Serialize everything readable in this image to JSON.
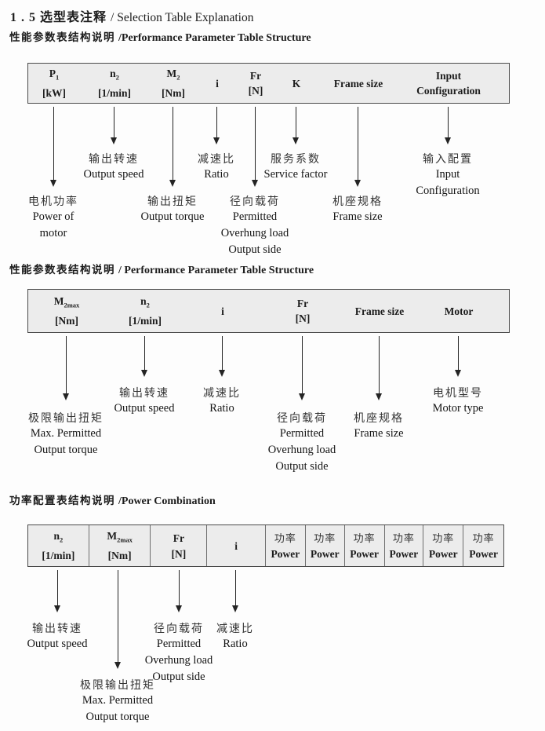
{
  "title": {
    "zh": "1 . 5 选型表注释",
    "en": "/ Selection Table Explanation"
  },
  "sections": [
    {
      "heading_zh": "性能参数表结构说明",
      "heading_en": "/Performance Parameter Table Structure",
      "columns": [
        {
          "base": "P",
          "sub": "1",
          "unit": "[kW]"
        },
        {
          "base": "n",
          "sub": "2",
          "unit": "[1/min]"
        },
        {
          "base": "M",
          "sub": "2",
          "unit": "[Nm]"
        },
        {
          "base": "i"
        },
        {
          "base": "Fr",
          "unit": "[N]"
        },
        {
          "base": "K"
        },
        {
          "base": "Frame size"
        },
        {
          "base": "Input",
          "unit": "Configuration"
        }
      ],
      "callouts": [
        {
          "l1": "电机功率",
          "l2": "Power of",
          "l3": "motor"
        },
        {
          "l1": "输出转速",
          "l2": "Output speed"
        },
        {
          "l1": "输出扭矩",
          "l2": "Output torque"
        },
        {
          "l1": "减速比",
          "l2": "Ratio"
        },
        {
          "l1": "径向载荷",
          "l2": "Permitted",
          "l3": "Overhung load",
          "l4": "Output side"
        },
        {
          "l1": "服务系数",
          "l2": "Service factor"
        },
        {
          "l1": "机座规格",
          "l2": "Frame size"
        },
        {
          "l1": "输入配置",
          "l2": "Input",
          "l3": "Configuration"
        }
      ]
    },
    {
      "heading_zh": "性能参数表结构说明",
      "heading_en": "/ Performance Parameter Table Structure",
      "columns": [
        {
          "base": "M",
          "sub": "2max",
          "unit": "[Nm]"
        },
        {
          "base": "n",
          "sub": "2",
          "unit": "[1/min]"
        },
        {
          "base": "i"
        },
        {
          "base": "Fr",
          "unit": "[N]"
        },
        {
          "base": "Frame size"
        },
        {
          "base": "Motor"
        }
      ],
      "callouts": [
        {
          "l1": "极限输出扭矩",
          "l2": "Max. Permitted",
          "l3": "Output torque"
        },
        {
          "l1": "输出转速",
          "l2": "Output speed"
        },
        {
          "l1": "减速比",
          "l2": "Ratio"
        },
        {
          "l1": "径向载荷",
          "l2": "Permitted",
          "l3": "Overhung load",
          "l4": "Output side"
        },
        {
          "l1": "机座规格",
          "l2": "Frame size"
        },
        {
          "l1": "电机型号",
          "l2": "Motor type"
        }
      ]
    },
    {
      "heading_zh": "功率配置表结构说明",
      "heading_en": "/Power Combination",
      "columns": [
        {
          "base": "n",
          "sub": "2",
          "unit": "[1/min]"
        },
        {
          "base": "M",
          "sub": "2max",
          "unit": "[Nm]"
        },
        {
          "base": "Fr",
          "unit": "[N]"
        },
        {
          "base": "i"
        }
      ],
      "power": {
        "zh": "功率",
        "en": "Power"
      },
      "callouts": [
        {
          "l1": "输出转速",
          "l2": "Output speed"
        },
        {
          "l1": "极限输出扭矩",
          "l2": "Max. Permitted",
          "l3": "Output torque"
        },
        {
          "l1": "径向载荷",
          "l2": "Permitted",
          "l3": "Overhung load",
          "l4": "Output side"
        },
        {
          "l1": "减速比",
          "l2": "Ratio"
        }
      ]
    }
  ]
}
